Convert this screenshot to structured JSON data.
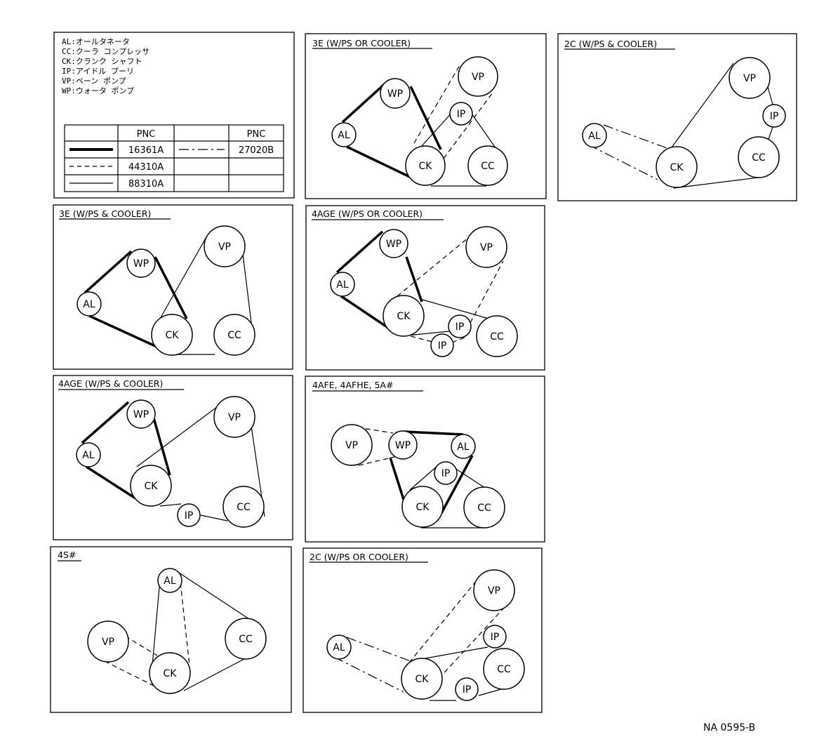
{
  "legend": {
    "abbreviations": [
      {
        "code": "AL",
        "name": "オールタネータ"
      },
      {
        "code": "CC",
        "name": "クーラ コンプレッサ"
      },
      {
        "code": "CK",
        "name": "クランク シャフト"
      },
      {
        "code": "IP",
        "name": "アイドル プーリ"
      },
      {
        "code": "VP",
        "name": "ベーン ポンプ"
      },
      {
        "code": "WP",
        "name": "ウォータ ポンプ"
      }
    ],
    "table": {
      "header": "PNC",
      "belts": [
        {
          "style": "thick",
          "pnc": "16361A"
        },
        {
          "style": "dashed",
          "pnc": "44310A"
        },
        {
          "style": "thin",
          "pnc": "88310A"
        },
        {
          "style": "dashdot",
          "pnc": "27020B"
        }
      ]
    }
  },
  "panels": [
    {
      "title": "3E (W/PS OR COOLER)"
    },
    {
      "title": "2C (W/PS & COOLER)"
    },
    {
      "title": "3E (W/PS & COOLER)"
    },
    {
      "title": "4AGE (W/PS OR COOLER)"
    },
    {
      "title": "4AGE (W/PS & COOLER)"
    },
    {
      "title": "4AFE, 4AFHE, 5A#"
    },
    {
      "title": "4S#"
    },
    {
      "title": "2C (W/PS OR COOLER)"
    }
  ],
  "reference": "NA 0595-B"
}
